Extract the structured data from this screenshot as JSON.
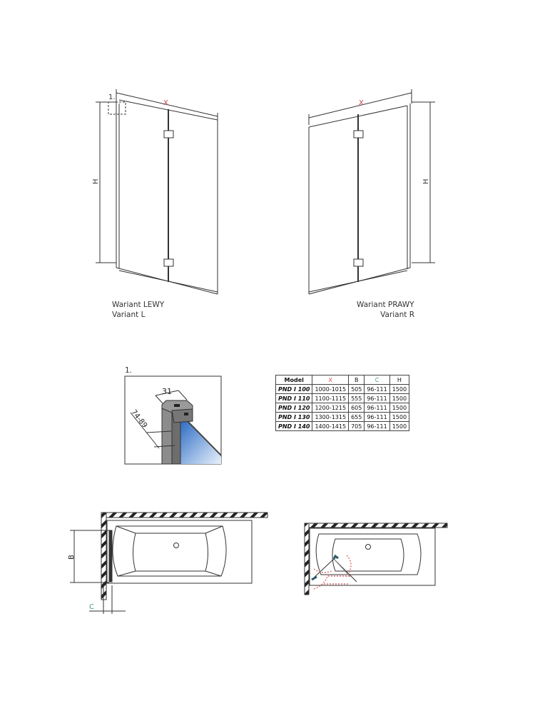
{
  "top": {
    "detail_marker": "1.",
    "left": {
      "width_label": "X",
      "height_label": "H",
      "caption_pl": "Wariant LEWY",
      "caption_en": "Variant L"
    },
    "right": {
      "width_label": "X",
      "height_label": "H",
      "caption_pl": "Wariant PRAWY",
      "caption_en": "Variant R"
    }
  },
  "detail": {
    "number": "1.",
    "dim_width": "31",
    "dim_depth": "74-89"
  },
  "table": {
    "headers": [
      "Model",
      "X",
      "B",
      "C",
      "H"
    ],
    "header_colors": {
      "X": "#d9534f",
      "C": "#4a9a6a"
    },
    "rows": [
      [
        "PND I 100",
        "1000-1015",
        "505",
        "96-111",
        "1500"
      ],
      [
        "PND I 110",
        "1100-1115",
        "555",
        "96-111",
        "1500"
      ],
      [
        "PND I 120",
        "1200-1215",
        "605",
        "96-111",
        "1500"
      ],
      [
        "PND I 130",
        "1300-1315",
        "655",
        "96-111",
        "1500"
      ],
      [
        "PND I 140",
        "1400-1415",
        "705",
        "96-111",
        "1500"
      ]
    ]
  },
  "bottom": {
    "dim_b": "B",
    "dim_c": "C"
  }
}
